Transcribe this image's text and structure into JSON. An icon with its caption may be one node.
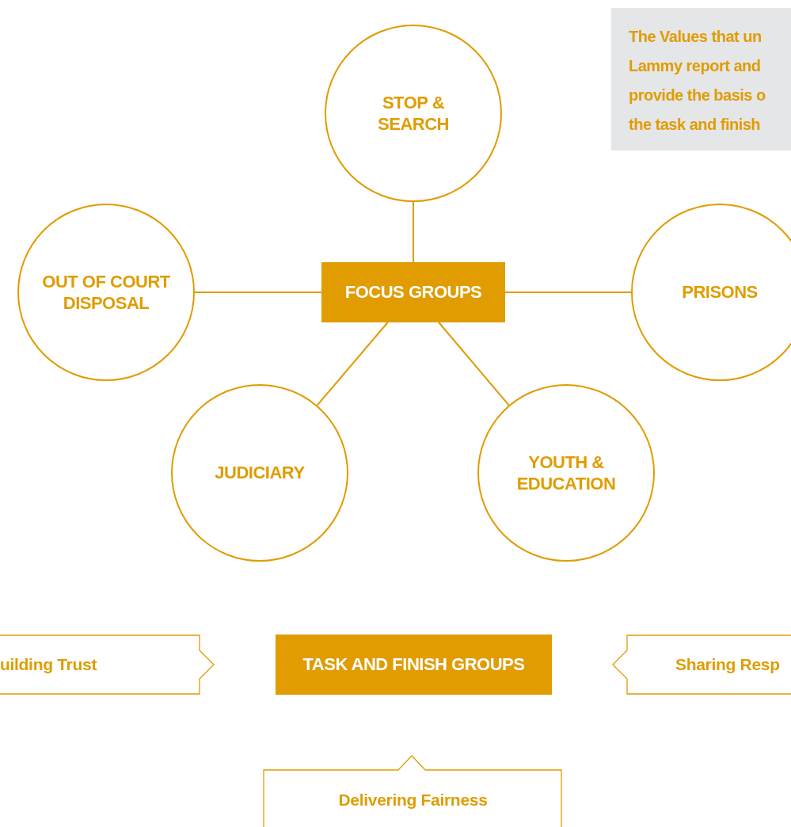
{
  "diagram": {
    "nodes": [
      {
        "text": [
          "STOP & SEARCH"
        ]
      },
      {
        "text": [
          "The Values that un Lammy report and provide the basis o the task and finish"
        ]
      },
      {
        "text": [
          "OUT OF COURT DISPOSAL"
        ]
      },
      {
        "text": [
          "FOCUS GROUPS"
        ]
      },
      {
        "text": [
          "PRISONS"
        ]
      },
      {
        "text": [
          "JUDICIARY"
        ]
      },
      {
        "text": [
          "YOUTH & EDUCATION"
        ]
      },
      {
        "text": [
          "uilding Trust"
        ]
      },
      {
        "text": [
          "TASK AND FINISH GROUPS"
        ]
      },
      {
        "text": [
          "Sharing Resp"
        ]
      },
      {
        "text": [
          "Delivering Fairness"
        ]
      }
    ],
    "edges": [
      {
        "from": 3,
        "to": 0,
        "arrow": "none"
      },
      {
        "from": 3,
        "to": 2,
        "arrow": "none"
      },
      {
        "from": 3,
        "to": 4,
        "arrow": "none"
      },
      {
        "from": 3,
        "to": 5,
        "arrow": "none"
      },
      {
        "from": 3,
        "to": 6,
        "arrow": "none"
      }
    ]
  }
}
